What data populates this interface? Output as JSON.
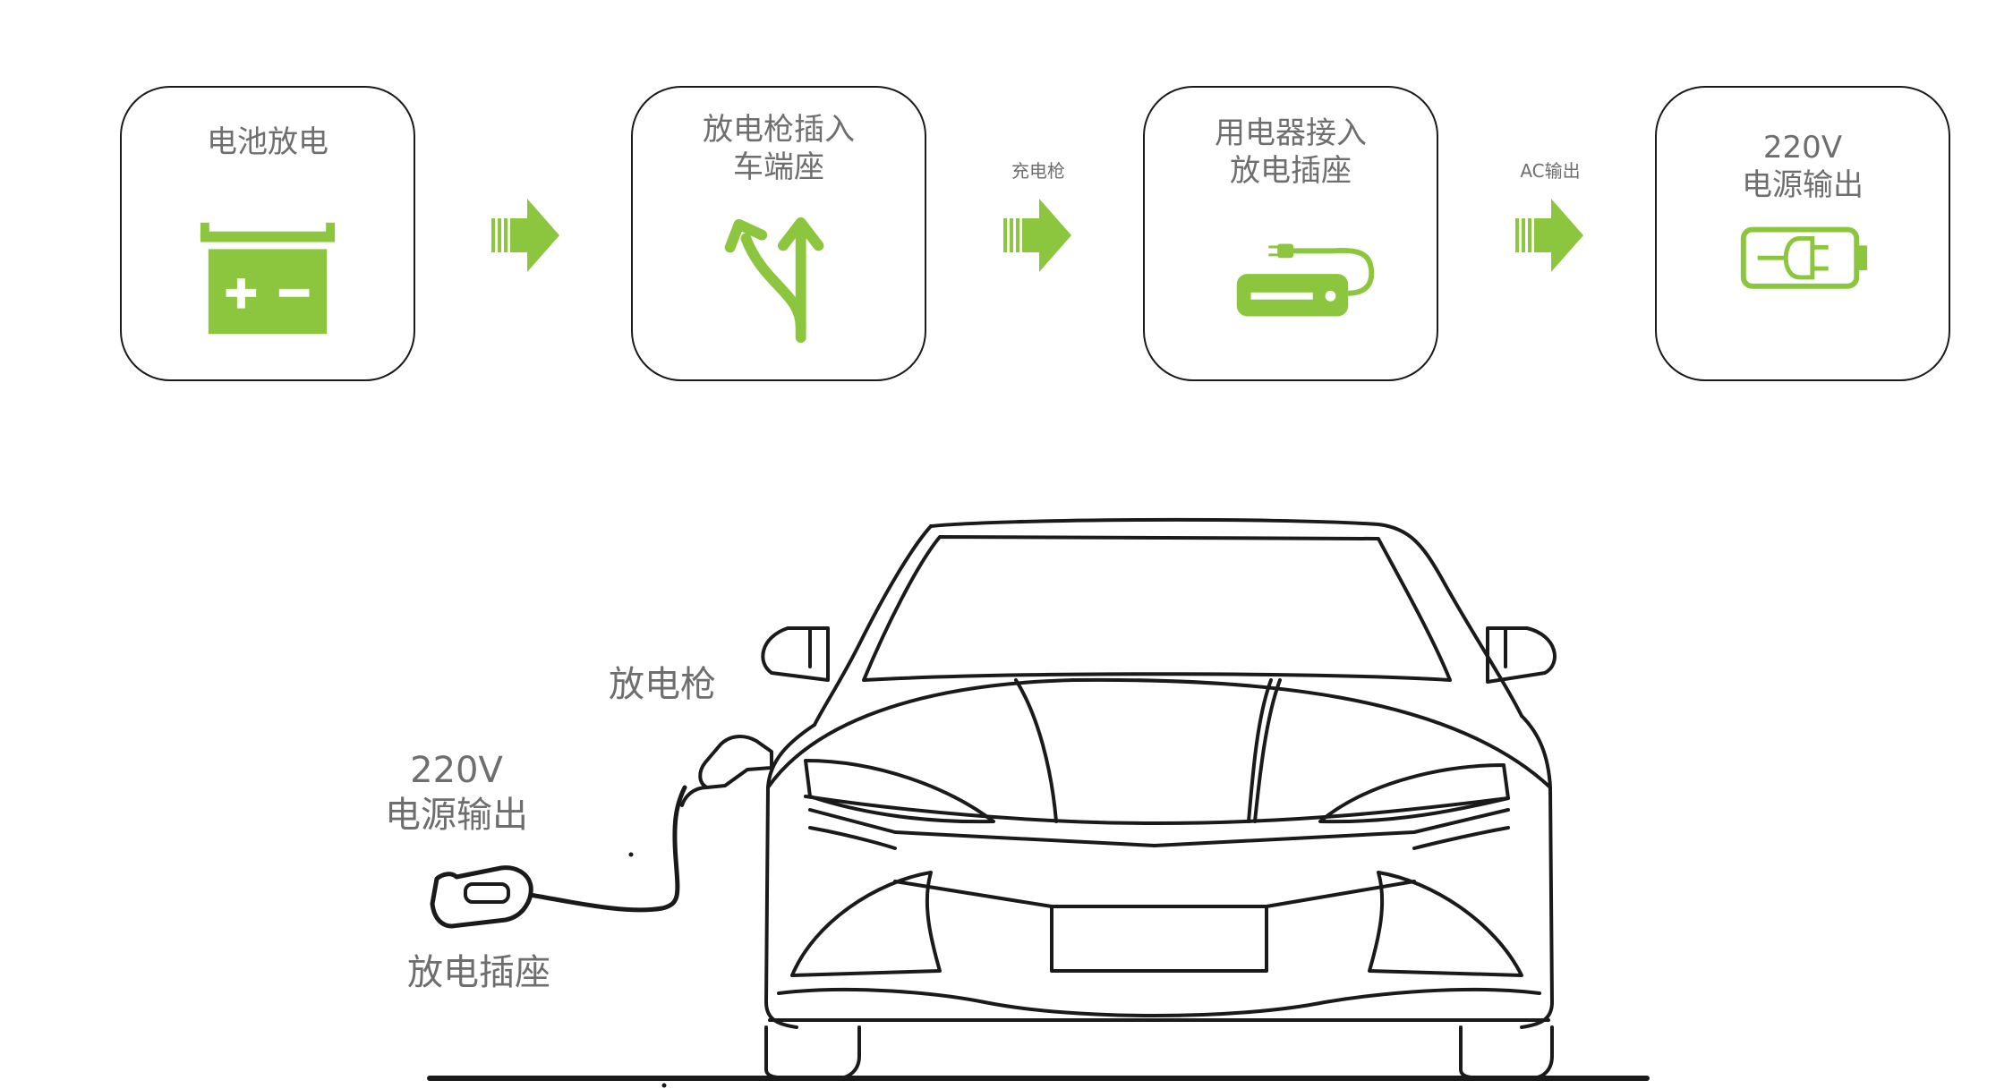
{
  "steps": [
    {
      "title_lines": [
        "电池放电"
      ],
      "icon": "battery-icon"
    },
    {
      "title_lines": [
        "放电枪插入",
        "车端座"
      ],
      "icon": "split-arrows-icon"
    },
    {
      "title_lines": [
        "用电器接入",
        "放电插座"
      ],
      "icon": "power-strip-icon"
    },
    {
      "title_lines": [
        "220V",
        "电源输出"
      ],
      "icon": "plug-battery-icon"
    }
  ],
  "connectors": [
    {
      "label": ""
    },
    {
      "label": "充电枪"
    },
    {
      "label": "AC输出"
    }
  ],
  "scene": {
    "gun_label": "放电枪",
    "output_label_line1": "220V",
    "output_label_line2": "电源输出",
    "socket_label": "放电插座"
  },
  "colors": {
    "accent_green": "#8cc63f",
    "line": "#1a1a1a",
    "text_gray": "#6e6e6e"
  }
}
